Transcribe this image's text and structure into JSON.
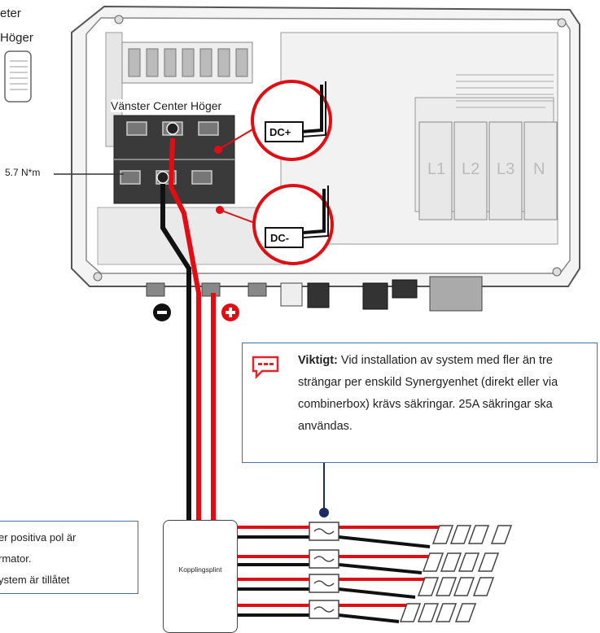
{
  "labels": {
    "top_left_line1": "eter",
    "top_left_line2": "Höger",
    "terminal_header": "Vänster Center Höger",
    "torque": "5.7 N*m",
    "dc_plus": "DC+",
    "dc_minus": "DC-",
    "bay_labels": [
      "L1",
      "L2",
      "L3",
      "N"
    ],
    "coupling_box": "Kopplingsplint"
  },
  "important_note": {
    "bold": "Viktigt:",
    "text": " Vid installation av system med fler än tre strängar per enskild Synergyenhet (direkt eller via combinerbox) krävs säkringar. 25A säkringar ska användas."
  },
  "left_note": {
    "lines": [
      "er positiva pol är",
      "rmator.",
      "ystem är tillåtet"
    ]
  },
  "colors": {
    "positive_wire": "#e10d12",
    "negative_wire": "#111111",
    "note_border": "#4a6ea9",
    "note_icon": "#e0262b"
  },
  "icons": {
    "negative_pole": "minus-circle-icon",
    "positive_pole": "plus-circle-icon",
    "note": "speech-bubble-icon",
    "fuse": "fuse-icon"
  }
}
